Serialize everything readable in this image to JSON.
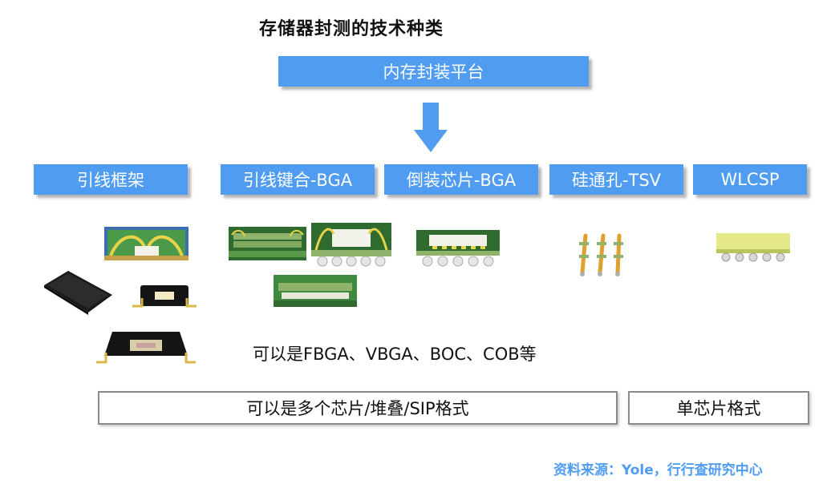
{
  "title": "存储器封测的技术种类",
  "platform": "内存封装平台",
  "categories": [
    {
      "label": "引线框架"
    },
    {
      "label": "引线键合-BGA"
    },
    {
      "label": "倒装芯片-BGA"
    },
    {
      "label": "硅通孔-TSV"
    },
    {
      "label": "WLCSP"
    }
  ],
  "note": "可以是FBGA、VBGA、BOC、COB等",
  "bottom": {
    "multi_chip": "可以是多个芯片/堆叠/SIP格式",
    "single_chip": "单芯片格式"
  },
  "source": "资料来源：Yole，行行查研究中心",
  "colors": {
    "accent_blue": "#4f9cf0",
    "pcb_green": "#3d8a3a",
    "die_yellow": "#e8d24a",
    "mold_black": "#151515"
  },
  "icons": [
    "leadframe-package-icons",
    "wire-bond-bga-package-icons",
    "flip-chip-bga-package-icon",
    "tsv-interconnect-icon",
    "wlcsp-package-icon"
  ]
}
